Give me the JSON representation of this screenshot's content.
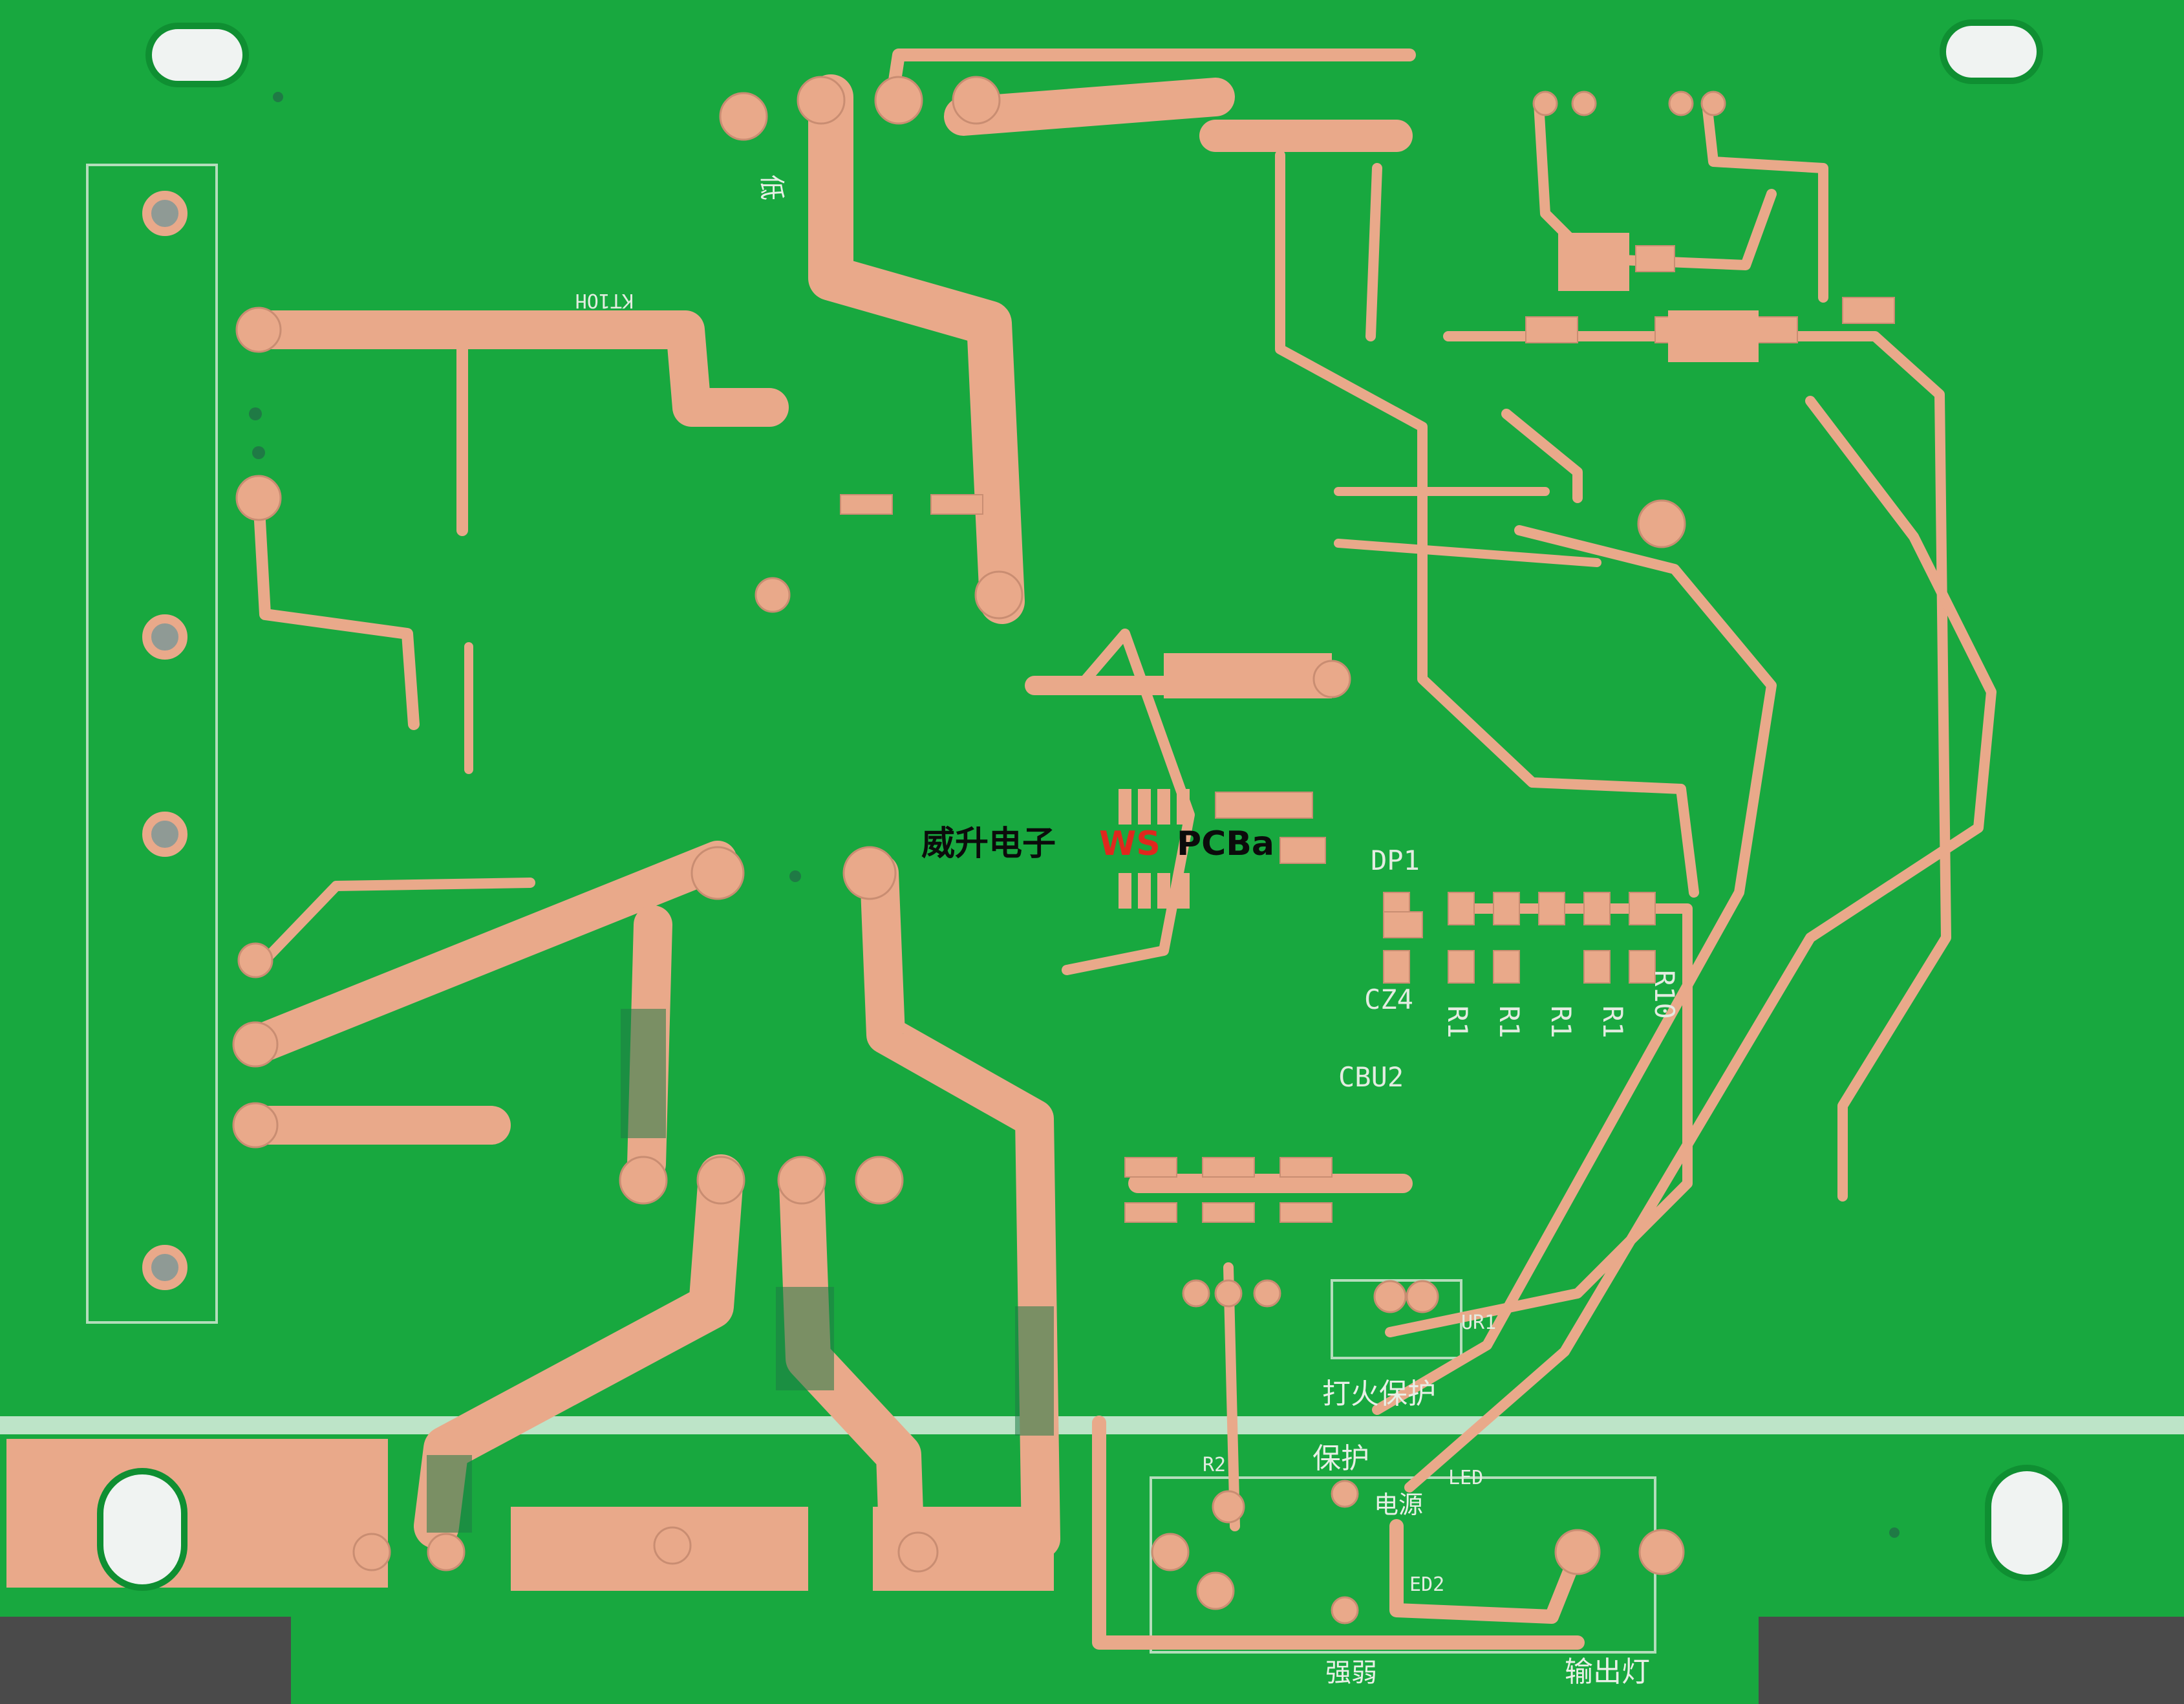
{
  "board": {
    "colors": {
      "mask": "#18a83f",
      "mask_dark": "#0f8f32",
      "copper": "#e9a98a",
      "copper_dark": "#c98d72",
      "hole": "#8f9a95",
      "silk": "#e8efe6",
      "background": "#4a4a4a"
    }
  },
  "watermark": {
    "cn": "威升电子",
    "brand": "WS",
    "product": "PCBa",
    "brand_color": "#e0281e"
  },
  "labels": {
    "dp1": "DP1",
    "cz4": "CZ4",
    "cbu2": "CBU2",
    "r1_a": "R1",
    "r1_b": "R1",
    "r1_c": "R1",
    "r1_d": "R1",
    "r10": "R10",
    "r2": "R2",
    "ed2": "ED2",
    "led": "LED",
    "ur1": "UR1",
    "fire_protect": "打火保护",
    "protect": "保护",
    "power": "电源",
    "output_lamp": "输出灯",
    "adjust": "强弱",
    "low": "低",
    "ktoh": "KT1OH"
  }
}
